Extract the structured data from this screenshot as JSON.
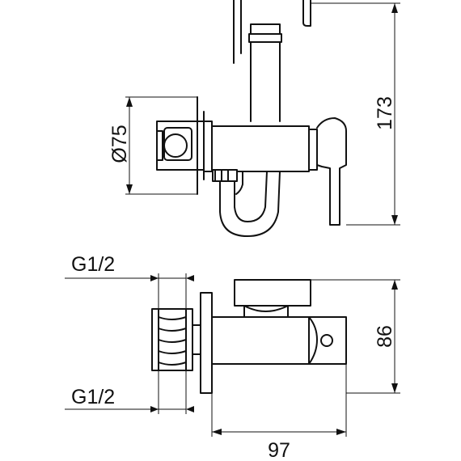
{
  "dimensions": {
    "height_total": "173",
    "diameter_plate": "Ø75",
    "thread_top": "G1/2",
    "thread_bottom": "G1/2",
    "height_valve": "86",
    "width_valve": "97"
  }
}
